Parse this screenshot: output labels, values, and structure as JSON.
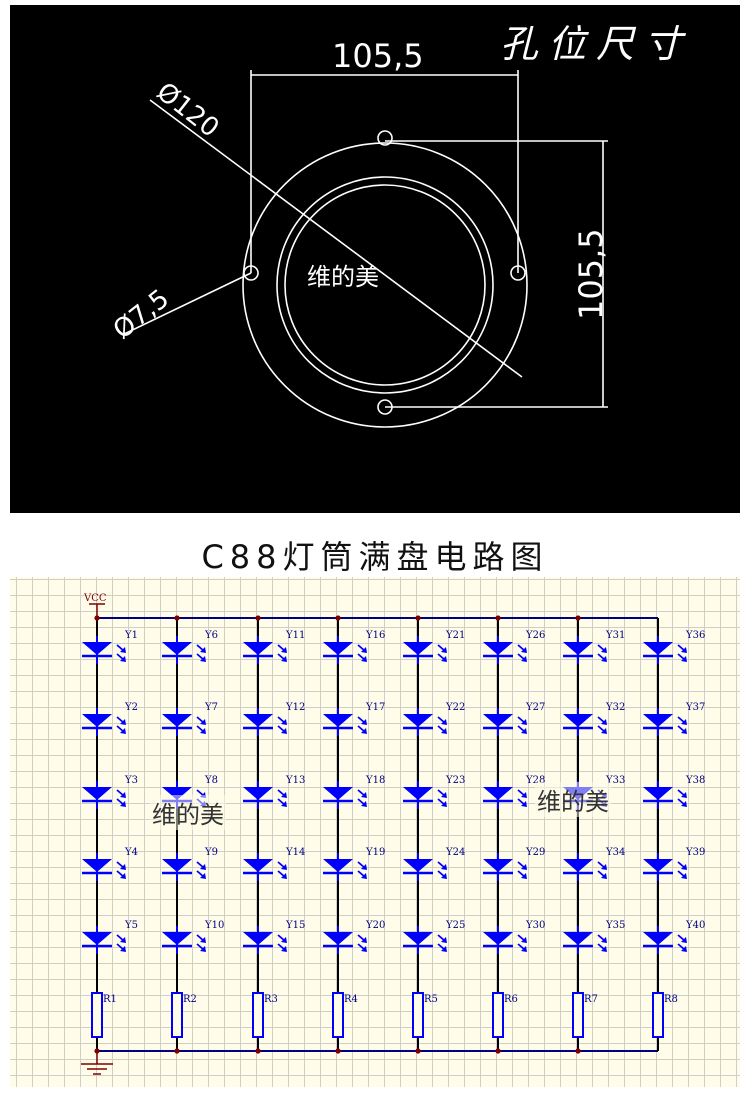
{
  "cad_drawing": {
    "title": "孔位尺寸",
    "dimensions": {
      "horizontal_spacing": "105,5",
      "vertical_spacing": "105,5",
      "outer_diameter": "Ø120",
      "hole_diameter": "Ø7,5"
    },
    "watermark": "维的美",
    "colors": {
      "background": "#000000",
      "lines": "#ffffff"
    }
  },
  "circuit": {
    "title": "C88灯筒满盘电路图",
    "supply_label": "VCC",
    "columns": [
      {
        "leds": [
          "Y1",
          "Y2",
          "Y3",
          "Y4",
          "Y5"
        ],
        "resistor": "R1"
      },
      {
        "leds": [
          "Y6",
          "Y7",
          "Y8",
          "Y9",
          "Y10"
        ],
        "resistor": "R2"
      },
      {
        "leds": [
          "Y11",
          "Y12",
          "Y13",
          "Y14",
          "Y15"
        ],
        "resistor": "R3"
      },
      {
        "leds": [
          "Y16",
          "Y17",
          "Y18",
          "Y19",
          "Y20"
        ],
        "resistor": "R4"
      },
      {
        "leds": [
          "Y21",
          "Y22",
          "Y23",
          "Y24",
          "Y25"
        ],
        "resistor": "R5"
      },
      {
        "leds": [
          "Y26",
          "Y27",
          "Y28",
          "Y29",
          "Y30"
        ],
        "resistor": "R6"
      },
      {
        "leds": [
          "Y31",
          "Y32",
          "Y33",
          "Y34",
          "Y35"
        ],
        "resistor": "R7"
      },
      {
        "leds": [
          "Y36",
          "Y37",
          "Y38",
          "Y39",
          "Y40"
        ],
        "resistor": "R8"
      }
    ],
    "watermarks": [
      "维的美",
      "维的美"
    ],
    "colors": {
      "background": "#fffdea",
      "grid": "#cfcfc8",
      "component": "#0000ff",
      "wire": "#000080",
      "junction": "#800000",
      "label": "#000080"
    }
  }
}
